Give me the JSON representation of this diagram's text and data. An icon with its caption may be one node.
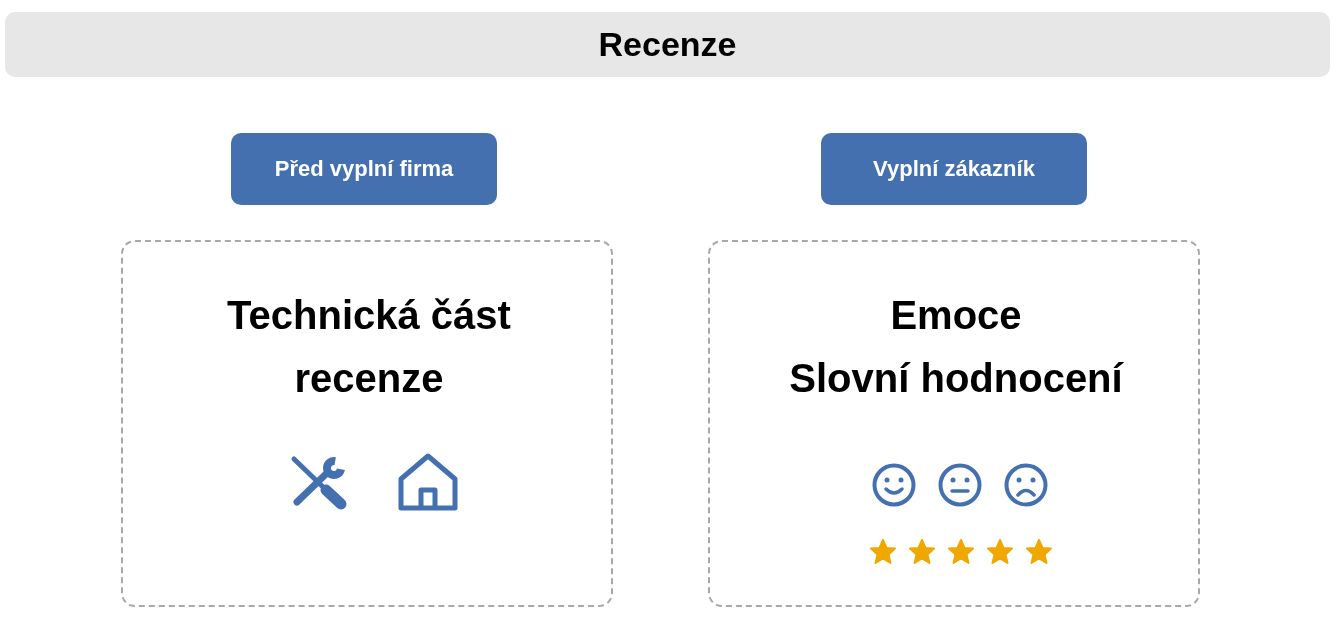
{
  "diagram": {
    "title": "Recenze",
    "nodes": [
      {
        "text": [
          "Před vyplní firma"
        ]
      },
      {
        "text": [
          "Technická část recenze"
        ]
      },
      {
        "text": [
          "Vyplní zákazník"
        ]
      },
      {
        "text": [
          "Emoce",
          "Slovní hodnocení"
        ]
      }
    ]
  }
}
